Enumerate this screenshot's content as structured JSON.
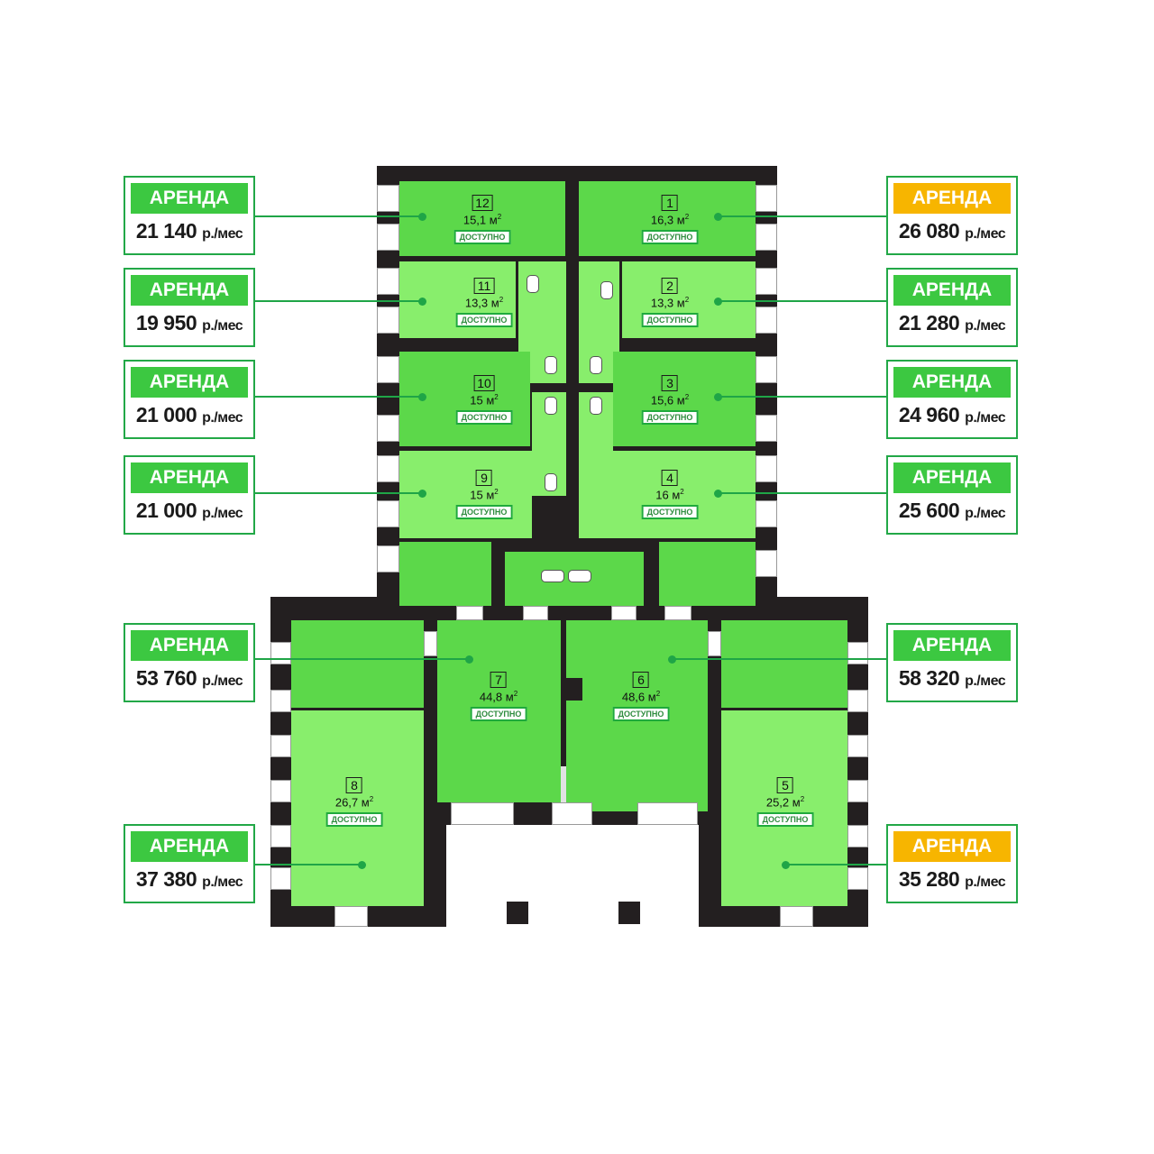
{
  "colors": {
    "room_dark": "#5cd84a",
    "room_light": "#88ee6c",
    "wall": "#231f20",
    "label_green": "#3cc841",
    "label_orange": "#f7b500",
    "border_green": "#22a847"
  },
  "rooms": [
    {
      "number": "12",
      "area": "15,1 м",
      "sup": "2",
      "status": "ДОСТУПНО"
    },
    {
      "number": "1",
      "area": "16,3 м",
      "sup": "2",
      "status": "ДОСТУПНО"
    },
    {
      "number": "11",
      "area": "13,3 м",
      "sup": "2",
      "status": "ДОСТУПНО"
    },
    {
      "number": "2",
      "area": "13,3 м",
      "sup": "2",
      "status": "ДОСТУПНО"
    },
    {
      "number": "10",
      "area": "15 м",
      "sup": "2",
      "status": "ДОСТУПНО"
    },
    {
      "number": "3",
      "area": "15,6 м",
      "sup": "2",
      "status": "ДОСТУПНО"
    },
    {
      "number": "9",
      "area": "15 м",
      "sup": "2",
      "status": "ДОСТУПНО"
    },
    {
      "number": "4",
      "area": "16 м",
      "sup": "2",
      "status": "ДОСТУПНО"
    },
    {
      "number": "7",
      "area": "44,8 м",
      "sup": "2",
      "status": "ДОСТУПНО"
    },
    {
      "number": "6",
      "area": "48,6 м",
      "sup": "2",
      "status": "ДОСТУПНО"
    },
    {
      "number": "8",
      "area": "26,7 м",
      "sup": "2",
      "status": "ДОСТУПНО"
    },
    {
      "number": "5",
      "area": "25,2 м",
      "sup": "2",
      "status": "ДОСТУПНО"
    }
  ],
  "cards": [
    {
      "room": "12",
      "title": "АРЕНДА",
      "price": "21 140",
      "unit": "р./мес",
      "color": "#3cc841"
    },
    {
      "room": "1",
      "title": "АРЕНДА",
      "price": "26 080",
      "unit": "р./мес",
      "color": "#f7b500"
    },
    {
      "room": "11",
      "title": "АРЕНДА",
      "price": "19 950",
      "unit": "р./мес",
      "color": "#3cc841"
    },
    {
      "room": "2",
      "title": "АРЕНДА",
      "price": "21 280",
      "unit": "р./мес",
      "color": "#3cc841"
    },
    {
      "room": "10",
      "title": "АРЕНДА",
      "price": "21 000",
      "unit": "р./мес",
      "color": "#3cc841"
    },
    {
      "room": "3",
      "title": "АРЕНДА",
      "price": "24 960",
      "unit": "р./мес",
      "color": "#3cc841"
    },
    {
      "room": "9",
      "title": "АРЕНДА",
      "price": "21 000",
      "unit": "р./мес",
      "color": "#3cc841"
    },
    {
      "room": "4",
      "title": "АРЕНДА",
      "price": "25 600",
      "unit": "р./мес",
      "color": "#3cc841"
    },
    {
      "room": "7",
      "title": "АРЕНДА",
      "price": "53 760",
      "unit": "р./мес",
      "color": "#3cc841"
    },
    {
      "room": "6",
      "title": "АРЕНДА",
      "price": "58 320",
      "unit": "р./мес",
      "color": "#3cc841"
    },
    {
      "room": "8",
      "title": "АРЕНДА",
      "price": "37 380",
      "unit": "р./мес",
      "color": "#3cc841"
    },
    {
      "room": "5",
      "title": "АРЕНДА",
      "price": "35 280",
      "unit": "р./мес",
      "color": "#f7b500"
    }
  ]
}
